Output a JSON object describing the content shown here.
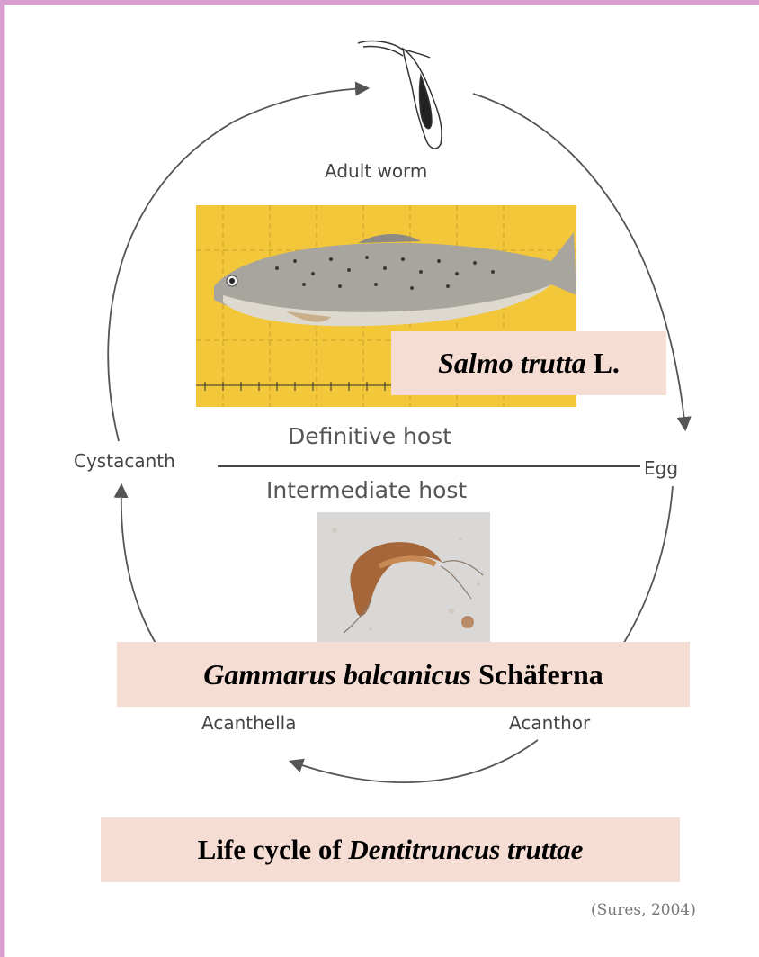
{
  "stages": {
    "adult_worm": "Adult worm",
    "egg": "Egg",
    "acanthor": "Acanthor",
    "acanthella": "Acanthella",
    "cystacanth": "Cystacanth"
  },
  "hosts": {
    "definitive": "Definitive host",
    "intermediate": "Intermediate host"
  },
  "captions": {
    "salmo_italic": "Salmo trutta",
    "salmo_rest": " L.",
    "gammarus_italic": "Gammarus balcanicus",
    "gammarus_rest": " Schäferna",
    "title_plain": "Life cycle of ",
    "title_italic": "Dentitruncus truttae"
  },
  "citation": "(Sures, 2004)",
  "colors": {
    "frame_border": "#d79fd0",
    "caption_bg": "#f6ddd3",
    "trout_photo_bg": "#f2c73a",
    "diagram_line": "#555555"
  }
}
